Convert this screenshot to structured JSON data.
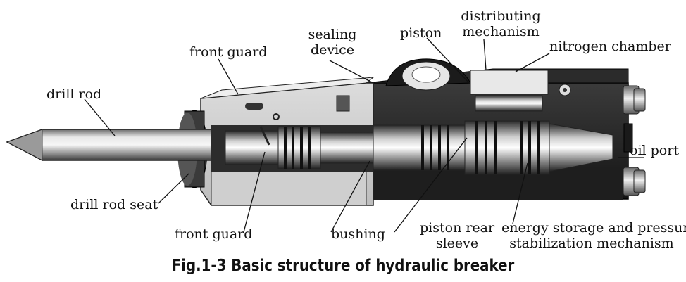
{
  "labels": {
    "drill_rod": "drill rod",
    "front_guard_top": "front guard",
    "sealing_device_line1": "sealing",
    "sealing_device_line2": "device",
    "piston": "piston",
    "distributing_line1": "distributing",
    "distributing_line2": "mechanism",
    "nitrogen_chamber": "nitrogen chamber",
    "oil_port": "oil port",
    "drill_rod_seat": "drill rod seat",
    "front_guard_bottom": "front guard",
    "bushing": "bushing",
    "piston_rear_line1": "piston rear",
    "piston_rear_line2": "sleeve",
    "energy_line1": "energy storage and pressure",
    "energy_line2": "stabilization mechanism"
  },
  "caption": "Fig.1-3  Basic structure of hydraulic breaker"
}
